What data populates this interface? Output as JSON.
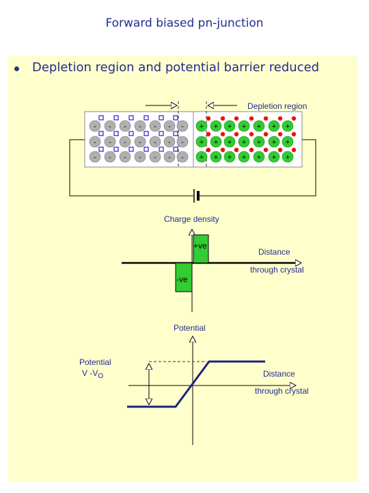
{
  "slide": {
    "title": "Forward biased pn-junction",
    "bullet": "Depletion region and potential barrier reduced"
  },
  "junction": {
    "depletion_label": "Depletion region",
    "p_sign": "-",
    "n_sign": "+"
  },
  "charge_plot": {
    "ylabel": "Charge density",
    "pos_label": "+ve",
    "neg_label": "-ve",
    "xlabel_line1": "Distance",
    "xlabel_line2": "through crystal"
  },
  "potential_plot": {
    "ylabel": "Potential",
    "left_label_line1": "Potential",
    "left_label_line2": "V -V",
    "left_label_sub": "O",
    "xlabel_line1": "Distance",
    "xlabel_line2": "through crystal"
  },
  "colors": {
    "title_text": "#1f2d8f",
    "panel_bg": "#ffffcc",
    "acceptor_gray": "#b0b0b0",
    "donor_green": "#33cc33",
    "hole_blue": "#2222cc",
    "electron_red": "#ee1111",
    "potential_line": "#1a237e"
  }
}
